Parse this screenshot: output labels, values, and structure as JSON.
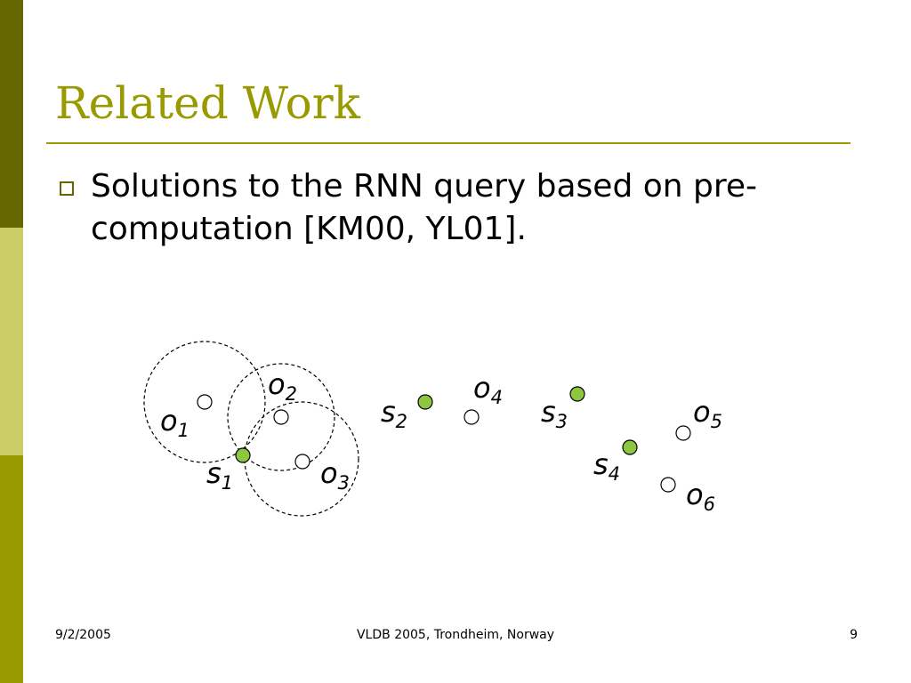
{
  "slide": {
    "title": "Related Work",
    "bullet_line1": "Solutions to the RNN query based on pre-",
    "bullet_line2": "computation [KM00, YL01]."
  },
  "diagram": {
    "sites": [
      {
        "base": "s",
        "sub": "1"
      },
      {
        "base": "s",
        "sub": "2"
      },
      {
        "base": "s",
        "sub": "3"
      },
      {
        "base": "s",
        "sub": "4"
      }
    ],
    "objects": [
      {
        "base": "o",
        "sub": "1"
      },
      {
        "base": "o",
        "sub": "2"
      },
      {
        "base": "o",
        "sub": "3"
      },
      {
        "base": "o",
        "sub": "4"
      },
      {
        "base": "o",
        "sub": "5"
      },
      {
        "base": "o",
        "sub": "6"
      }
    ],
    "site_color": "#8dc63f",
    "circle_style": "dashed"
  },
  "footer": {
    "date": "9/2/2005",
    "conference": "VLDB 2005, Trondheim, Norway",
    "page": "9"
  },
  "colors": {
    "accent": "#999900",
    "dark_bar": "#666600",
    "light_bar": "#cccc66"
  }
}
